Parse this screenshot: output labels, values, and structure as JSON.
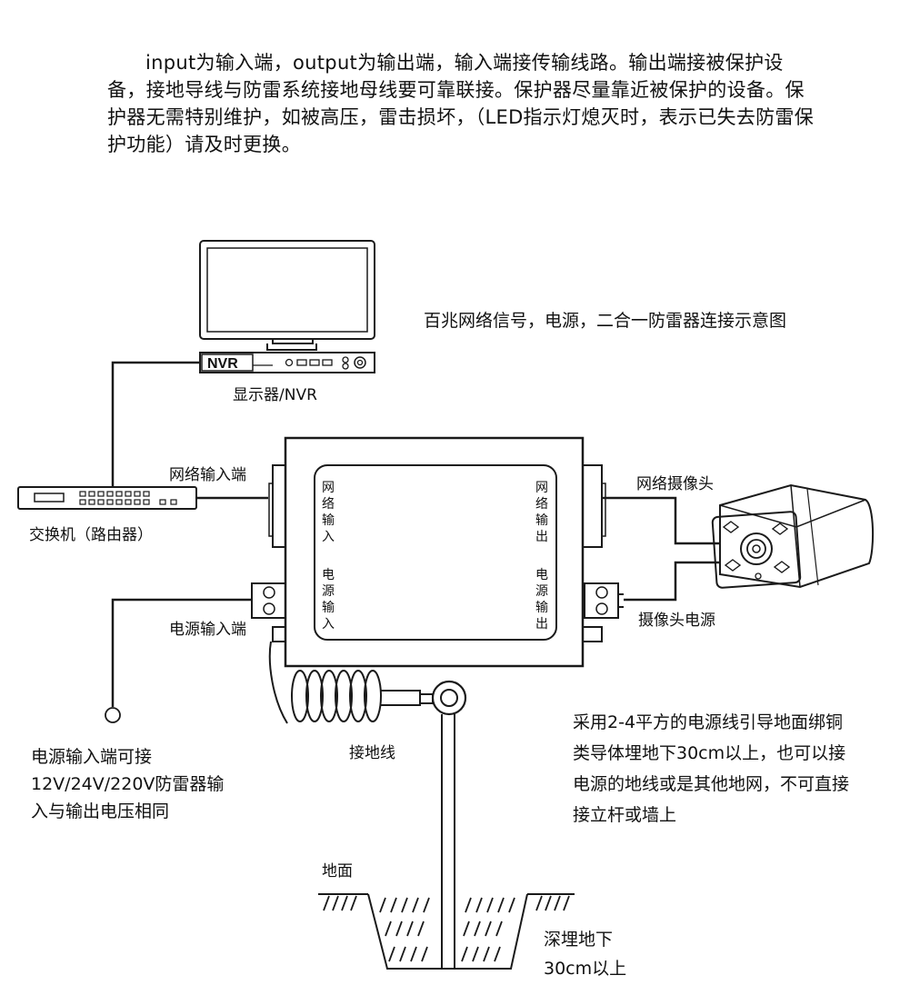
{
  "intro": {
    "paragraph": "input为输入端，output为输出端，输入端接传输线路。输出端接被保护设备，接地导线与防雷系统接地母线要可靠联接。保护器尽量靠近被保护的设备。保护器无需特别维护，如被高压，雷击损坏，（LED指示灯熄灭时，表示已失去防雷保护功能）请及时更换。"
  },
  "diagram": {
    "title": "百兆网络信号，电源，二合一防雷器连接示意图",
    "nvr_text": "NVR",
    "monitor_label": "显示器/NVR",
    "switch_label": "交换机（路由器）",
    "network_input_label": "网络输入端",
    "power_input_label": "电源输入端",
    "camera_label": "网络摄像头",
    "camera_power_label": "摄像头电源",
    "box_net_in": "网络输入",
    "box_power_in": "电源输入",
    "box_net_out": "网络输出",
    "box_power_out": "电源输出",
    "power_note": "电源输入端可接12V/24V/220V防雷器输入与输出电压相同",
    "ground_wire_label": "接地线",
    "ground_note": "采用2-4平方的电源线引导地面绑铜类导体埋地下30cm以上，也可以接电源的地线或是其他地网，不可直接接立杆或墙上",
    "ground_surface_label": "地面",
    "bury_label": "深埋地下30cm以上"
  }
}
